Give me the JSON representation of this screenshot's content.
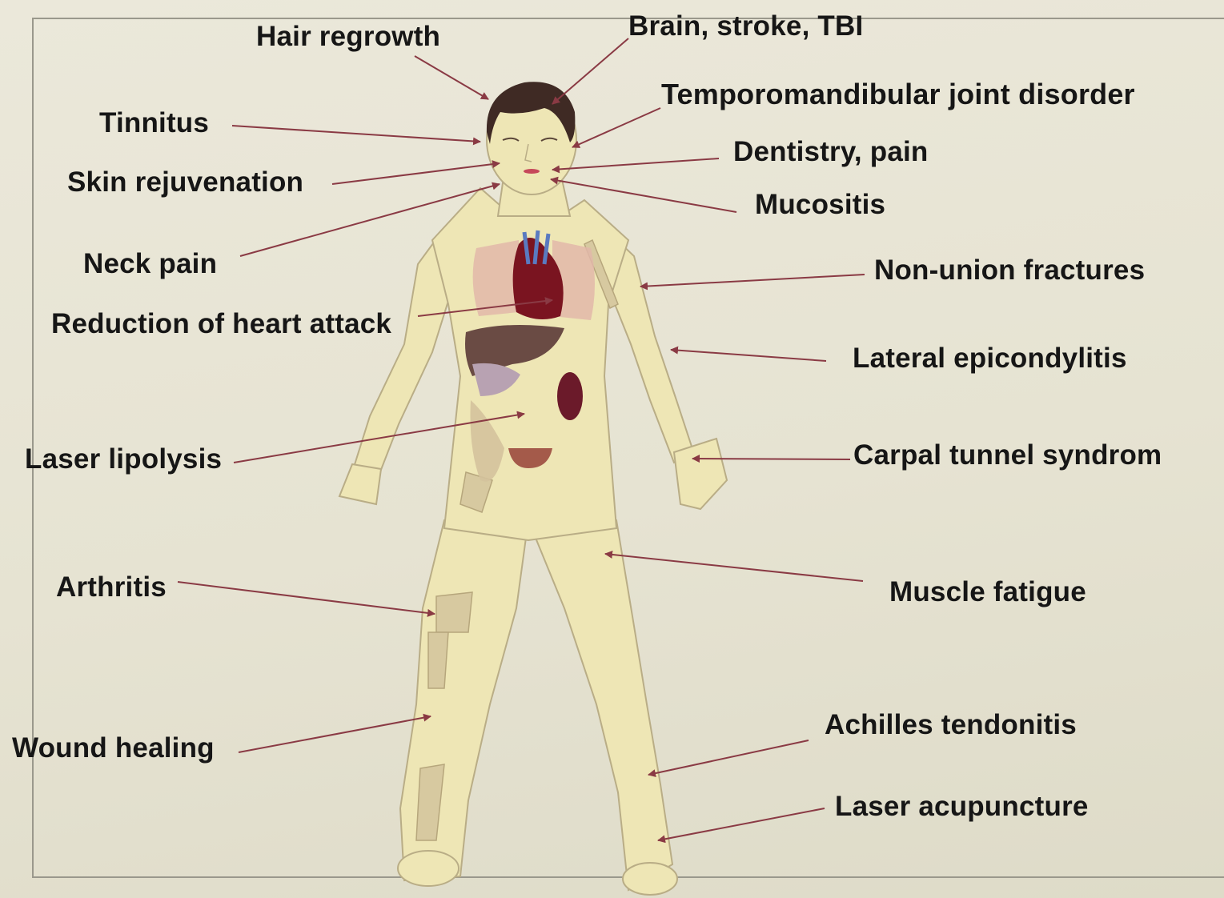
{
  "labels": {
    "hair_regrowth": "Hair regrowth",
    "brain": "Brain, stroke, TBI",
    "tinnitus": "Tinnitus",
    "tmj": "Temporomandibular joint disorder",
    "skin": "Skin rejuvenation",
    "dentistry": "Dentistry, pain",
    "mucositis": "Mucositis",
    "neck": "Neck pain",
    "nonunion": "Non-union fractures",
    "heart": "Reduction of heart attack",
    "lateral": "Lateral epicondylitis",
    "lipolysis": "Laser lipolysis",
    "carpal": "Carpal tunnel syndrom",
    "arthritis": "Arthritis",
    "muscle": "Muscle fatigue",
    "achilles": "Achilles tendonitis",
    "wound": "Wound healing",
    "acupuncture": "Laser acupuncture"
  },
  "colors": {
    "arrow": "#8a3a44",
    "skin": "#eee6b5",
    "outline": "#b9ad86",
    "hair": "#3f2a24",
    "heart": "#7a1420",
    "lung": "#e2b7a9",
    "liver": "#6a4b44",
    "kidney": "#6b1a2a"
  }
}
